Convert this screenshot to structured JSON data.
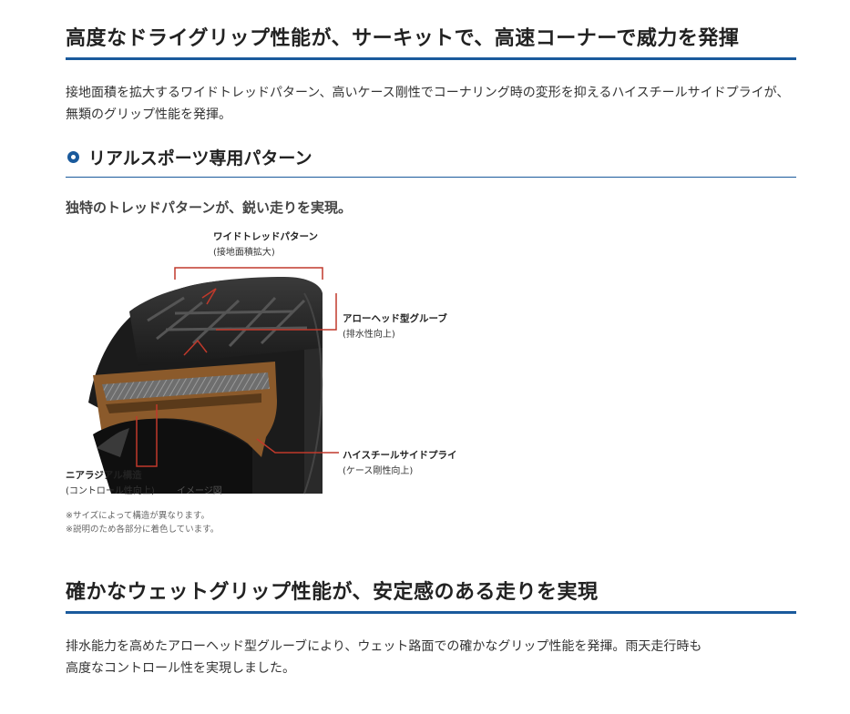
{
  "section1": {
    "heading": "高度なドライグリップ性能が、サーキットで、高速コーナーで威力を発揮",
    "body": "接地面積を拡大するワイドトレッドパターン、高いケース剛性でコーナリング時の変形を抑えるハイスチールサイドプライが、無類のグリップ性能を発揮。"
  },
  "subsection": {
    "heading": "リアルスポーツ専用パターン"
  },
  "figure": {
    "title": "独特のトレッドパターンが、鋭い走りを実現。",
    "labels": {
      "wide_tread": "ワイドトレッドパターン",
      "wide_tread_sub": "(接地面積拡大)",
      "arrow_groove": "アローヘッド型グルーブ",
      "arrow_groove_sub": "(排水性向上)",
      "sideply": "ハイスチールサイドプライ",
      "sideply_sub": "(ケース剛性向上)",
      "radial": "ニアラジアル構造",
      "radial_sub": "(コントロール性向上)",
      "image_note": "イメージ図"
    },
    "notes": [
      "※サイズによって構造が異なります。",
      "※説明のため各部分に着色しています。"
    ],
    "colors": {
      "callout": "#c0392b",
      "rubber_cut": "#8b5a2b",
      "tread": "#2a2a2a"
    }
  },
  "section2": {
    "heading": "確かなウェットグリップ性能が、安定感のある走りを実現",
    "body_line1": "排水能力を高めたアローヘッド型グルーブにより、ウェット路面での確かなグリップ性能を発揮。雨天走行時も",
    "body_line2": "高度なコントロール性を実現しました。"
  },
  "theme": {
    "accent": "#1a5a9c"
  }
}
